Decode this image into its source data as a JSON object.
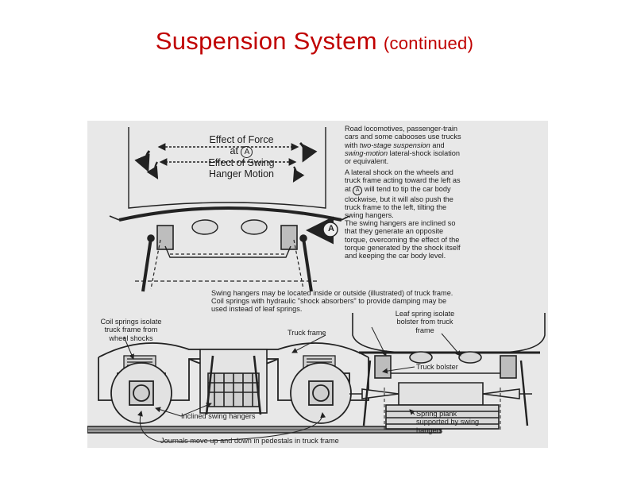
{
  "slide": {
    "title": "Suspension System",
    "subtitle": "(continued)"
  },
  "diagram": {
    "force_label": {
      "l1": "Effect of Force",
      "l2": "at",
      "marker": "A",
      "l3": "Effect of Swing",
      "l4": "Hanger Motion"
    },
    "side_marker": "A",
    "notes": {
      "p1_before": "Road locomotives, passenger-train cars and some cabooses use trucks with ",
      "p1_em1": "two-stage suspension",
      "p1_mid": " and ",
      "p1_em2": "swing-motion",
      "p1_after": " lateral-shock isolation or equivalent.",
      "p2_before": "A lateral shock on the wheels and truck frame acting toward the left as at ",
      "p2_marker": "A",
      "p2_after": " will tend to tip the car body clockwise, but it will also push the truck frame to the left, tilting the swing hangers.",
      "p3": "The swing hangers are inclined so that they generate an opposite torque, overcoming the effect of the torque generated by the shock itself and keeping the car body level."
    },
    "caption_line1": "Swing hangers may be located inside or outside (illustrated) of truck frame.",
    "caption_line2": "Coil springs with hydraulic \"shock absorbers\" to provide damping may be used instead of leaf springs.",
    "labels": {
      "coil": "Coil springs isolate truck frame from wheel shocks",
      "truck_frame": "Truck frame",
      "leaf": "Leaf spring isolate bolster from truck frame",
      "bolster": "Truck bolster",
      "inclined": "Inclined swing hangers",
      "plank": "Spring plank supported by swing hangers",
      "journals": "Journals move up and down in pedestals in truck frame"
    }
  }
}
